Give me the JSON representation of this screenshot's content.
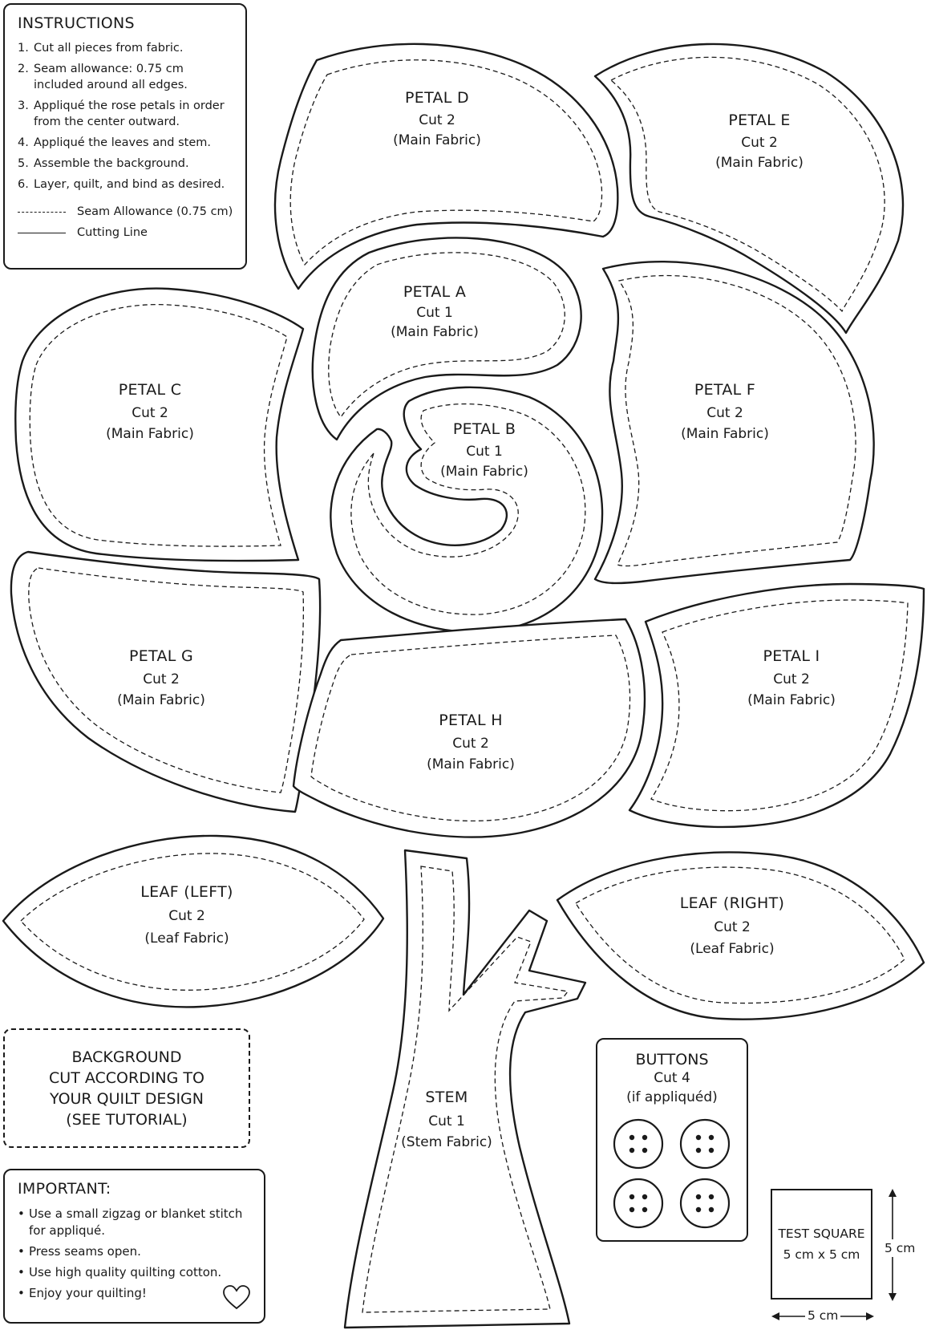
{
  "instructions": {
    "title": "INSTRUCTIONS",
    "steps": [
      {
        "num": "1.",
        "text": "Cut all pieces from fabric."
      },
      {
        "num": "2.",
        "text": "Seam allowance: 0.75 cm included around all edges."
      },
      {
        "num": "3.",
        "text": "Appliqué the rose petals in order from the center outward."
      },
      {
        "num": "4.",
        "text": "Appliqué the leaves and stem."
      },
      {
        "num": "5.",
        "text": "Assemble the background."
      },
      {
        "num": "6.",
        "text": "Layer, quilt, and bind as desired."
      }
    ],
    "legend": {
      "seam": "Seam Allowance (0.75 cm)",
      "cutting": "Cutting Line"
    }
  },
  "pieces": {
    "petal_a": {
      "title": "PETAL A",
      "cut": "Cut 1",
      "fabric": "(Main Fabric)"
    },
    "petal_b": {
      "title": "PETAL B",
      "cut": "Cut 1",
      "fabric": "(Main Fabric)"
    },
    "petal_c": {
      "title": "PETAL C",
      "cut": "Cut 2",
      "fabric": "(Main Fabric)"
    },
    "petal_d": {
      "title": "PETAL D",
      "cut": "Cut 2",
      "fabric": "(Main Fabric)"
    },
    "petal_e": {
      "title": "PETAL E",
      "cut": "Cut 2",
      "fabric": "(Main Fabric)"
    },
    "petal_f": {
      "title": "PETAL F",
      "cut": "Cut 2",
      "fabric": "(Main Fabric)"
    },
    "petal_g": {
      "title": "PETAL G",
      "cut": "Cut 2",
      "fabric": "(Main Fabric)"
    },
    "petal_h": {
      "title": "PETAL H",
      "cut": "Cut 2",
      "fabric": "(Main Fabric)"
    },
    "petal_i": {
      "title": "PETAL I",
      "cut": "Cut 2",
      "fabric": "(Main Fabric)"
    },
    "leaf_left": {
      "title": "LEAF (LEFT)",
      "cut": "Cut 2",
      "fabric": "(Leaf Fabric)"
    },
    "leaf_right": {
      "title": "LEAF (RIGHT)",
      "cut": "Cut 2",
      "fabric": "(Leaf Fabric)"
    },
    "stem": {
      "title": "STEM",
      "cut": "Cut 1",
      "fabric": "(Stem Fabric)"
    }
  },
  "background": {
    "lines": [
      "BACKGROUND",
      "CUT ACCORDING TO",
      "YOUR QUILT DESIGN",
      "(SEE TUTORIAL)"
    ]
  },
  "important": {
    "title": "IMPORTANT:",
    "items": [
      "Use a small zigzag or blanket stitch for appliqué.",
      "Press seams open.",
      "Use high quality quilting cotton.",
      "Enjoy your quilting!"
    ],
    "bullet": "•"
  },
  "buttons": {
    "title": "BUTTONS",
    "cut": "Cut 4",
    "note": "(if appliquéd)"
  },
  "test_square": {
    "title": "TEST SQUARE",
    "size": "5 cm x 5 cm",
    "width_label": "5 cm",
    "height_label": "5 cm"
  },
  "colors": {
    "ink": "#1a1a1a",
    "paper": "#ffffff"
  }
}
